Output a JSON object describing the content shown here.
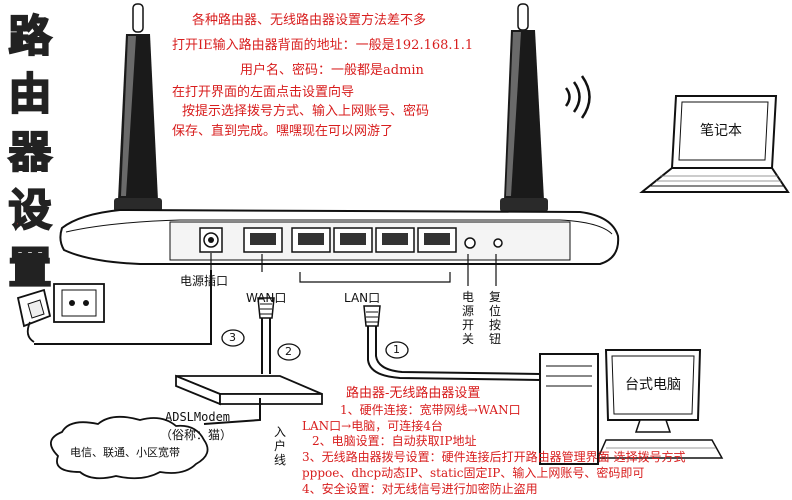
{
  "side_title": "路由器设置",
  "intro_lines": [
    "各种路由器、无线路由器设置方法差不多",
    "打开IE输入路由器背面的地址：一般是192.168.1.1",
    "用户名、密码：一般都是admin",
    "在打开界面的左面点击设置向导",
    "按提示选择拨号方式、输入上网账号、密码",
    "保存、直到完成。嘿嘿现在可以网游了"
  ],
  "labels": {
    "laptop": "笔记本",
    "desktop": "台式电脑",
    "power_port": "电源插口",
    "wan_port": "WAN口",
    "lan_port": "LAN口",
    "power_switch": "电源开关",
    "reset_button": "复位按钮",
    "modem_name": "ADSLModem",
    "modem_alias": "（俗称：猫）",
    "incoming_line": "入户线",
    "isp_cloud": "电信、联通、小区宽带",
    "step1": "1",
    "step2": "2",
    "step3": "3"
  },
  "steps_title": "路由器-无线路由器设置",
  "steps": [
    "1、硬件连接：宽带网线→WAN口",
    "LAN口→电脑，可连接4台",
    "2、电脑设置：自动获取IP地址",
    "3、无线路由器拨号设置：硬件连接后打开路由器管理界面 选择拨号方式",
    "pppoe、dhcp动态IP、static固定IP、输入上网账号、密码即可",
    "4、安全设置：对无线信号进行加密防止盗用"
  ],
  "colors": {
    "annotation_red": "#d81e1e",
    "side_title_red": "#ff2a2a",
    "line_black": "#111111"
  }
}
